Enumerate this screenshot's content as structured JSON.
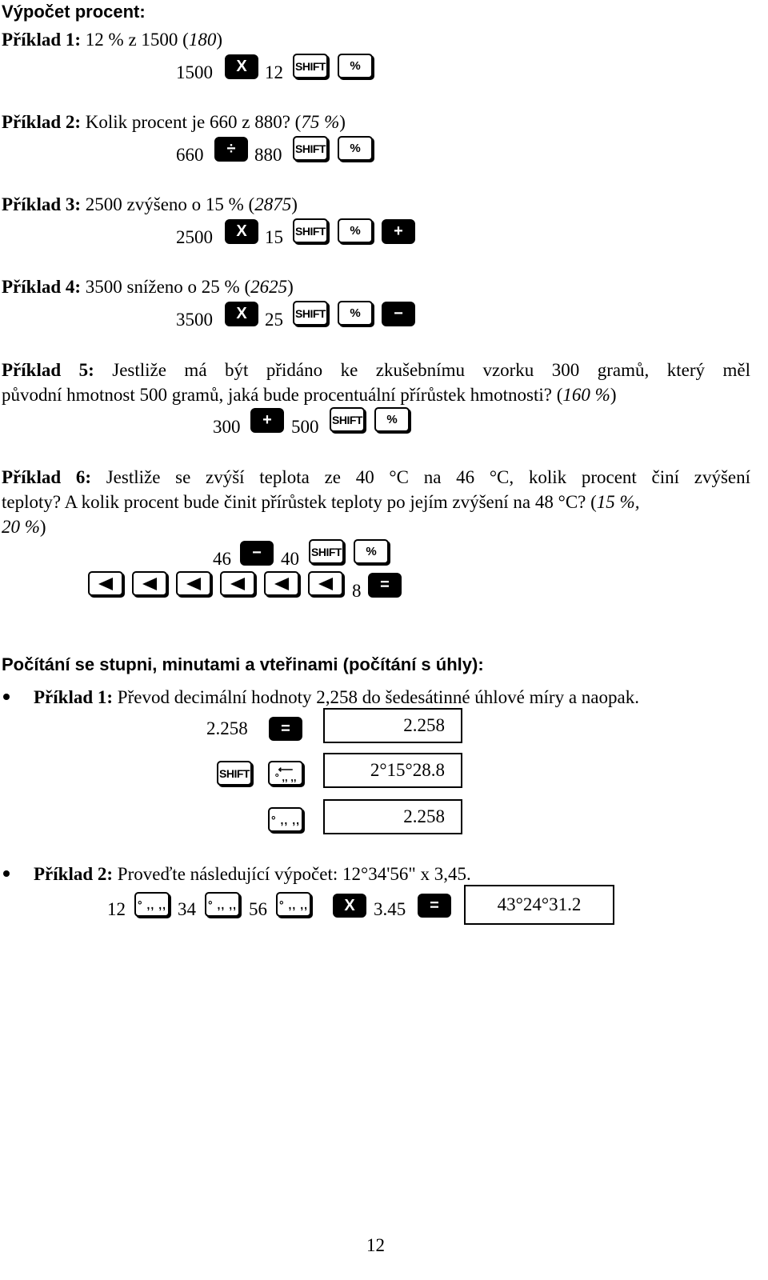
{
  "percent": {
    "heading": "Výpočet procent:",
    "ex1": {
      "label": "Příklad 1:",
      "text": " 12 % z 1500 (",
      "answer": "180",
      "close": ")",
      "seq": {
        "n1": "1500",
        "n2": "12"
      }
    },
    "ex2": {
      "label": "Příklad 2:",
      "text": " Kolik procent je 660 z 880? (",
      "answer": "75 %",
      "close": ")",
      "seq": {
        "n1": "660",
        "n2": "880"
      }
    },
    "ex3": {
      "label": "Příklad 3:",
      "text": " 2500 zvýšeno o 15 %  (",
      "answer": "2875",
      "close": ")",
      "seq": {
        "n1": "2500",
        "n2": "15"
      }
    },
    "ex4": {
      "label": "Příklad 4:",
      "text": " 3500 sníženo o 25 %  (",
      "answer": "2625",
      "close": ")",
      "seq": {
        "n1": "3500",
        "n2": "25"
      }
    },
    "ex5": {
      "label": "Příklad 5:",
      "line1": " Jestliže má být přidáno ke zkušebnímu vzorku 300 gramů, který měl",
      "line2": "původní hmotnost 500 gramů, jaká bude procentuální přírůstek hmotnosti? (",
      "answer": "160 %",
      "close": ")",
      "seq": {
        "n1": "300",
        "n2": "500"
      }
    },
    "ex6": {
      "label": "Příklad 6:",
      "line1": " Jestliže se zvýší teplota ze 40 °C na 46 °C, kolik procent činí zvýšení",
      "line2": "teploty? A kolik procent bude činit přírůstek teploty po jejím zvýšení na 48 °C? (",
      "answer1": "15 %,",
      "answer2": "20 %",
      "close": ")",
      "seq": {
        "n1": "46",
        "n2": "40",
        "n3": "8"
      }
    }
  },
  "angles": {
    "heading": "Počítání se stupni, minutami a vteřinami (počítání s úhly):",
    "ex1": {
      "label": "Příklad 1:",
      "text": " Převod decimální hodnoty 2,258 do šedesátinné úhlové míry a naopak.",
      "input": "2.258",
      "results": [
        "2.258",
        "2°15°28.8",
        "2.258"
      ]
    },
    "ex2": {
      "label": "Příklad 2:",
      "text": " Proveďte následující výpočet: 12°34'56\" x 3,45.",
      "seq": {
        "n1": "12",
        "n2": "34",
        "n3": "56",
        "n4": "3.45"
      },
      "result": "43°24°31.2"
    }
  },
  "keys": {
    "shift": "SHIFT",
    "percent": "%",
    "times": "X",
    "divide": "÷",
    "plus": "+",
    "minus": "−",
    "equals": "=",
    "dms": "° ,, ,,"
  },
  "page_number": "12"
}
